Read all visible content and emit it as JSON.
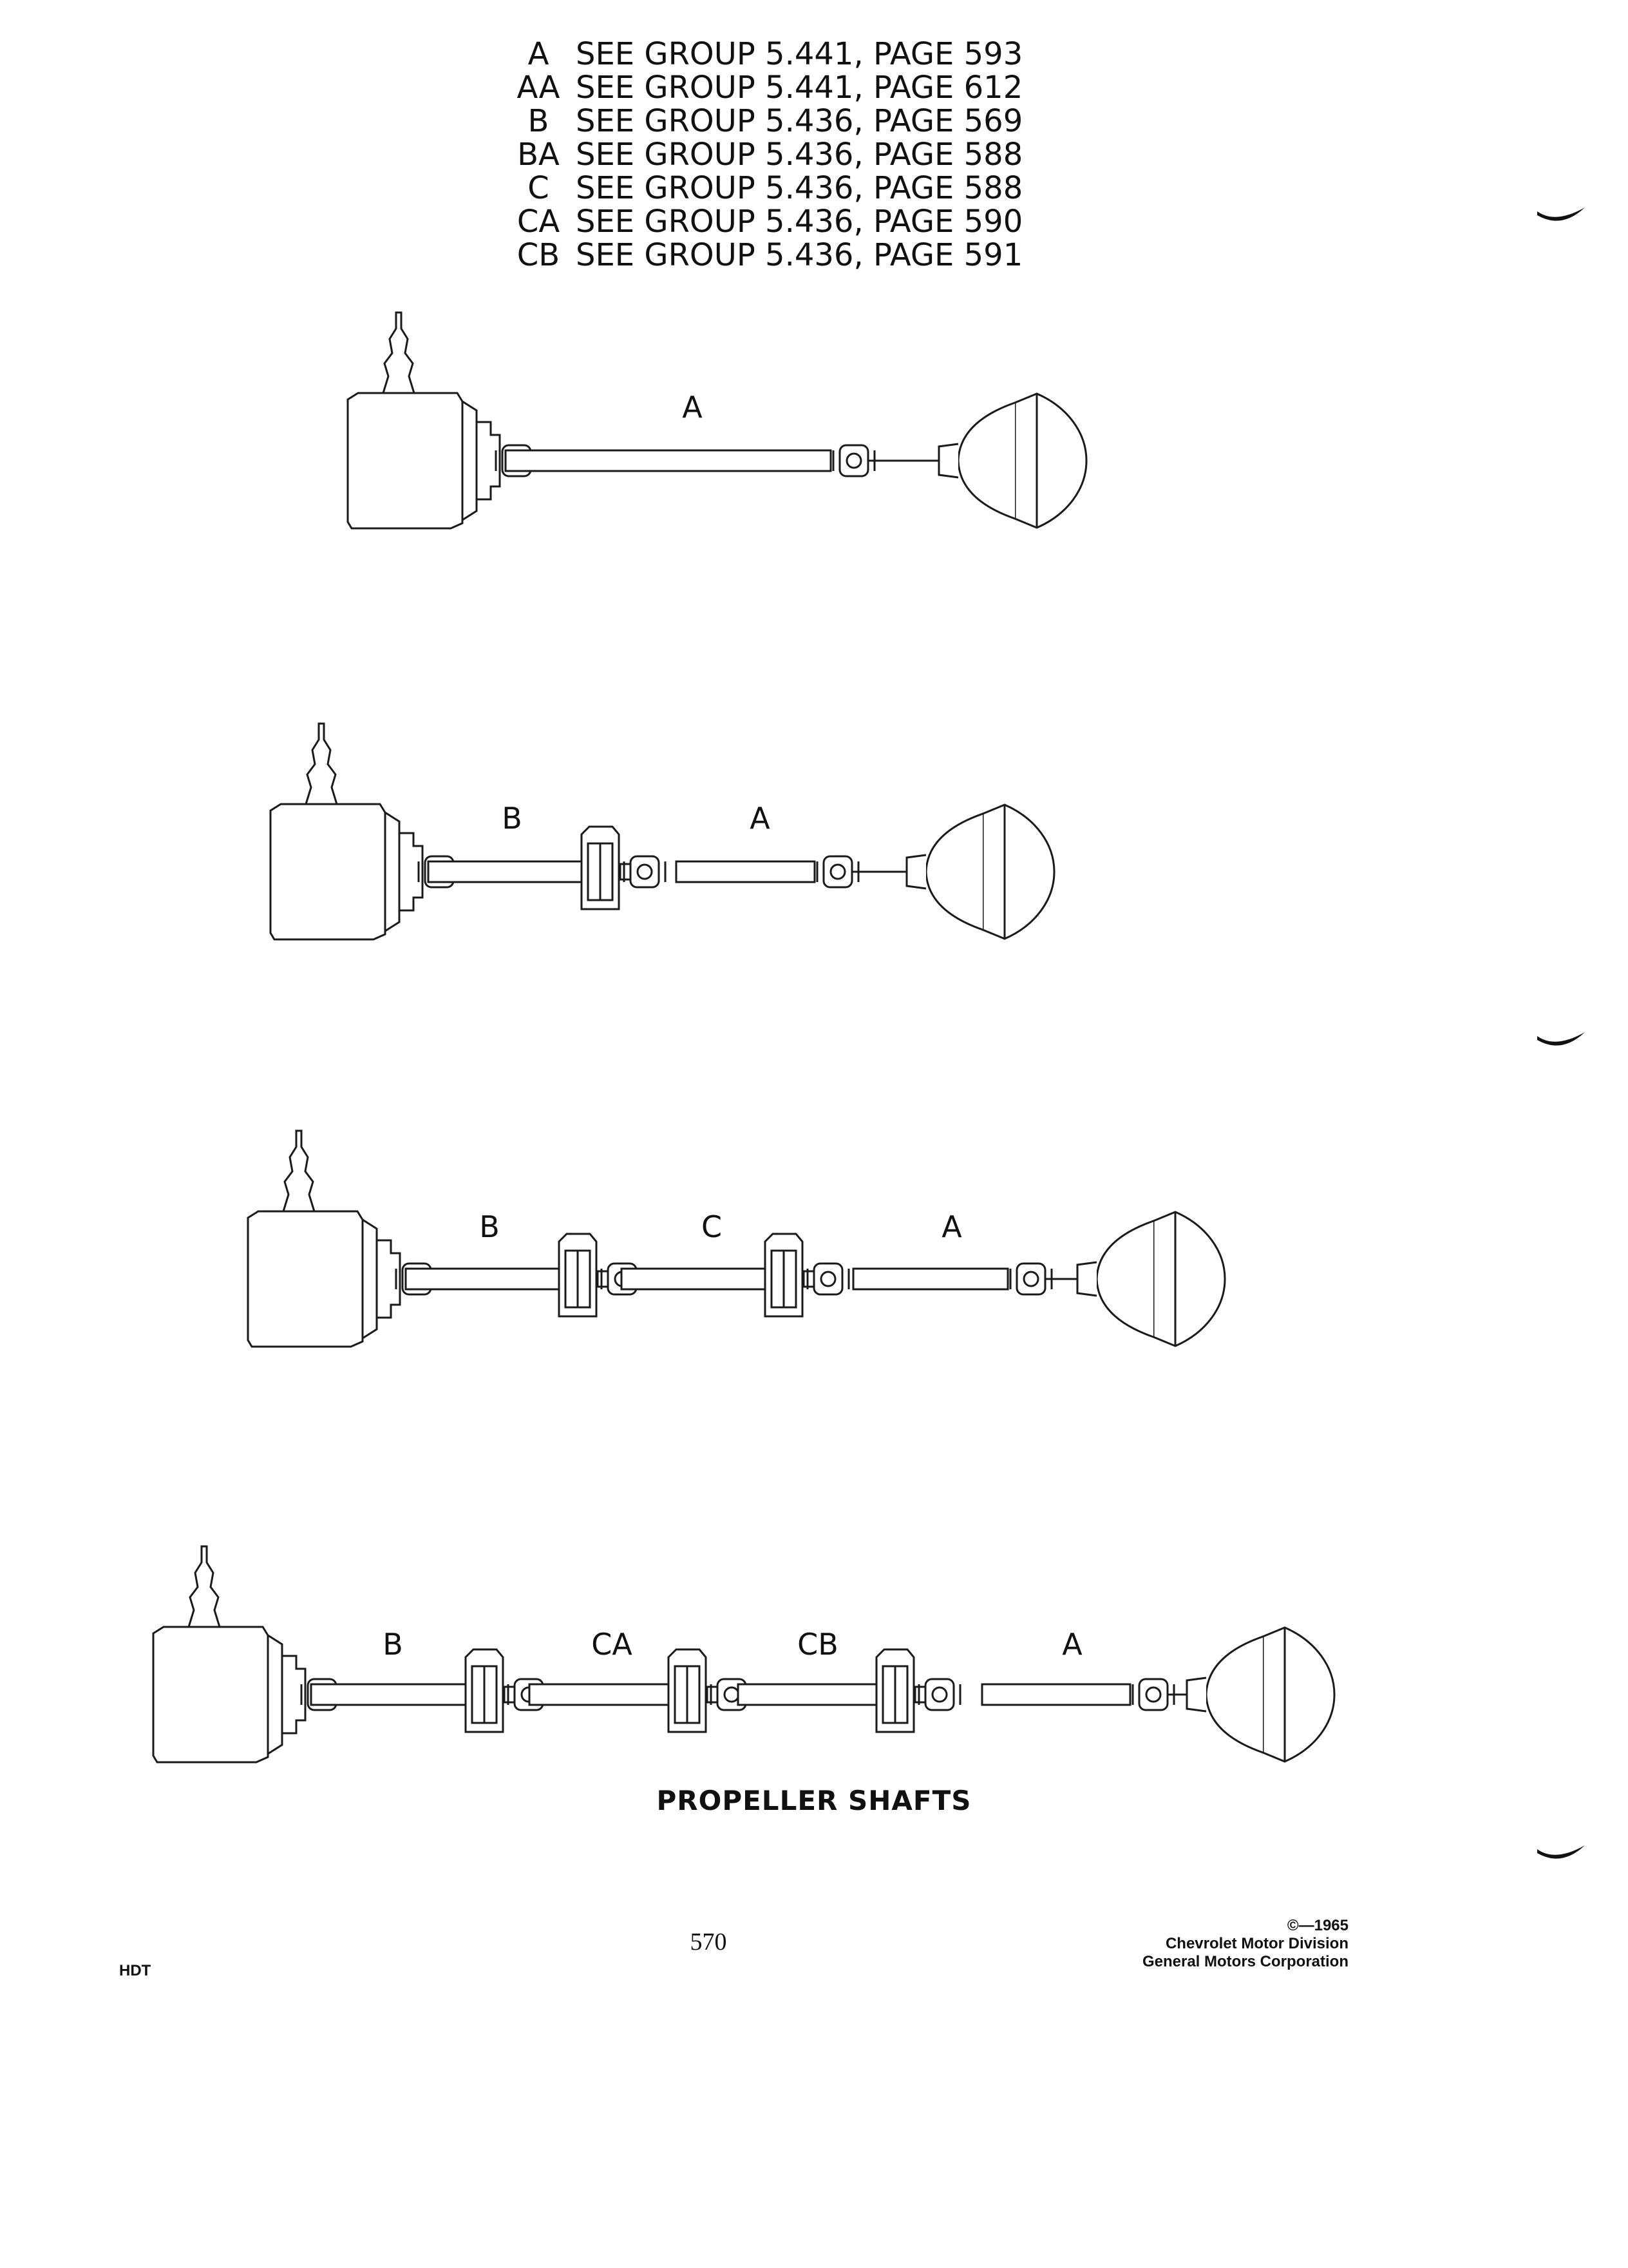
{
  "legend": [
    {
      "code": "A",
      "text": "SEE GROUP 5.441, PAGE 593"
    },
    {
      "code": "AA",
      "text": "SEE GROUP 5.441, PAGE 612"
    },
    {
      "code": "B",
      "text": "SEE GROUP 5.436, PAGE 569"
    },
    {
      "code": "BA",
      "text": "SEE GROUP 5.436, PAGE 588"
    },
    {
      "code": "C",
      "text": "SEE GROUP 5.436, PAGE 588"
    },
    {
      "code": "CA",
      "text": "SEE GROUP 5.436, PAGE 590"
    },
    {
      "code": "CB",
      "text": "SEE GROUP 5.436, PAGE 591"
    }
  ],
  "assemblies": [
    {
      "shafts": [
        "A"
      ]
    },
    {
      "shafts": [
        "B",
        "A"
      ]
    },
    {
      "shafts": [
        "B",
        "C",
        "A"
      ]
    },
    {
      "shafts": [
        "B",
        "CA",
        "CB",
        "A"
      ]
    }
  ],
  "title": "PROPELLER SHAFTS",
  "page_number": "570",
  "series_code": "HDT",
  "copyright": {
    "line1": "©—1965",
    "line2": "Chevrolet Motor Division",
    "line3": "General Motors Corporation"
  }
}
